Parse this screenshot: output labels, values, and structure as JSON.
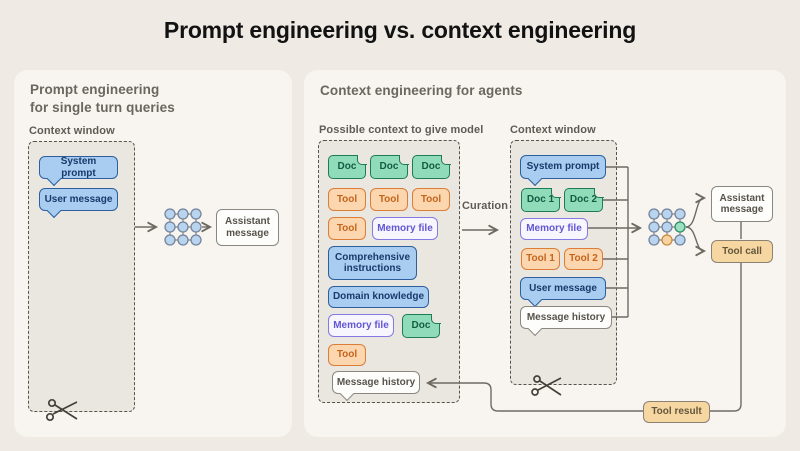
{
  "title": "Prompt engineering vs. context engineering",
  "palette": {
    "background": "#efebe4",
    "panel": "#f8f5f1",
    "blue_fill": "#a8cdf0",
    "blue_border": "#2d5f9d",
    "green_fill": "#90dcba",
    "green_border": "#1f7a58",
    "orange_fill": "#fbd6af",
    "orange_border": "#dd7e38",
    "purple_fill": "#f7f5fe",
    "purple_border": "#837ae3",
    "tan_fill": "#f6d7a2",
    "line": "#6e6a62"
  },
  "left_panel": {
    "heading_line1": "Prompt engineering",
    "heading_line2": "for single turn queries",
    "context_window_label": "Context window",
    "chips": {
      "system_prompt": "System prompt",
      "user_message": "User message"
    },
    "assistant_message": "Assistant message"
  },
  "right_panel": {
    "heading": "Context engineering for agents",
    "pool_label": "Possible context to give model",
    "pool": {
      "docs": [
        "Doc",
        "Doc",
        "Doc"
      ],
      "tools": [
        "Tool",
        "Tool",
        "Tool"
      ],
      "tool_4": "Tool",
      "memory_file_1": "Memory file",
      "comprehensive_instructions": "Comprehensive instructions",
      "domain_knowledge": "Domain knowledge",
      "memory_file_2": "Memory file",
      "doc_4": "Doc",
      "tool_5": "Tool",
      "message_history": "Message history"
    },
    "curation_label": "Curation",
    "context_window_label": "Context window",
    "window": {
      "system_prompt": "System prompt",
      "doc_1": "Doc 1",
      "doc_2": "Doc 2",
      "memory_file": "Memory file",
      "tool_1": "Tool 1",
      "tool_2": "Tool 2",
      "user_message": "User message",
      "message_history": "Message history"
    },
    "assistant_message": "Assistant message",
    "tool_call": "Tool call",
    "tool_result": "Tool result"
  }
}
